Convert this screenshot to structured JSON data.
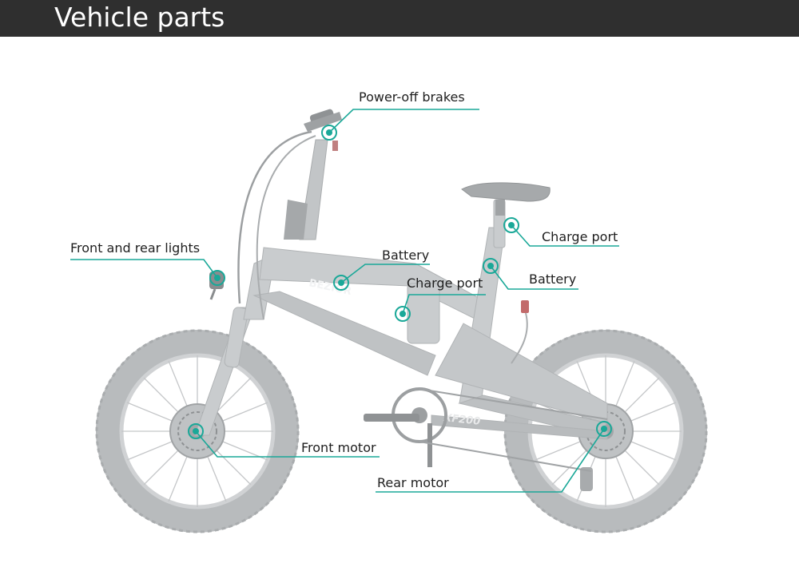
{
  "header": {
    "title": "Vehicle parts",
    "bar_color": "#2f2f2f"
  },
  "bike": {
    "brand_mark": "BEZIOR",
    "chainstay_mark": "XF200",
    "frame_color": "#c9ccce",
    "tire_color": "#bcbfc1"
  },
  "accent_color": "#1aa898",
  "labels": {
    "power_off_brakes": "Power-off brakes",
    "front_rear_lights": "Front and rear lights",
    "battery_frame": "Battery",
    "charge_port_frame": "Charge port",
    "charge_port_seatpost": "Charge port",
    "battery_seatpost": "Battery",
    "front_motor": "Front motor",
    "rear_motor": "Rear motor"
  }
}
